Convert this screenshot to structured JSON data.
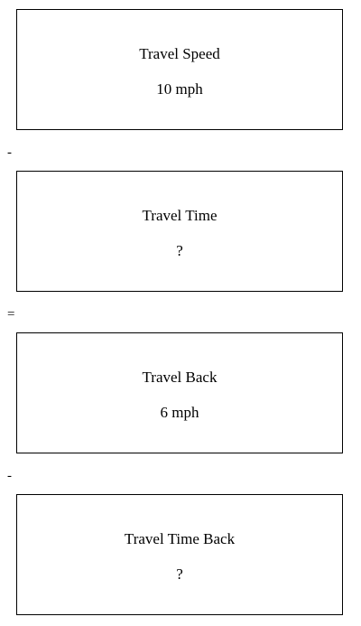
{
  "boxes": [
    {
      "title": "Travel Speed",
      "value": "10 mph"
    },
    {
      "title": "Travel Time",
      "value": "?"
    },
    {
      "title": "Travel Back",
      "value": "6 mph"
    },
    {
      "title": "Travel Time Back",
      "value": "?"
    }
  ],
  "operators": [
    "-",
    "=",
    "-"
  ]
}
